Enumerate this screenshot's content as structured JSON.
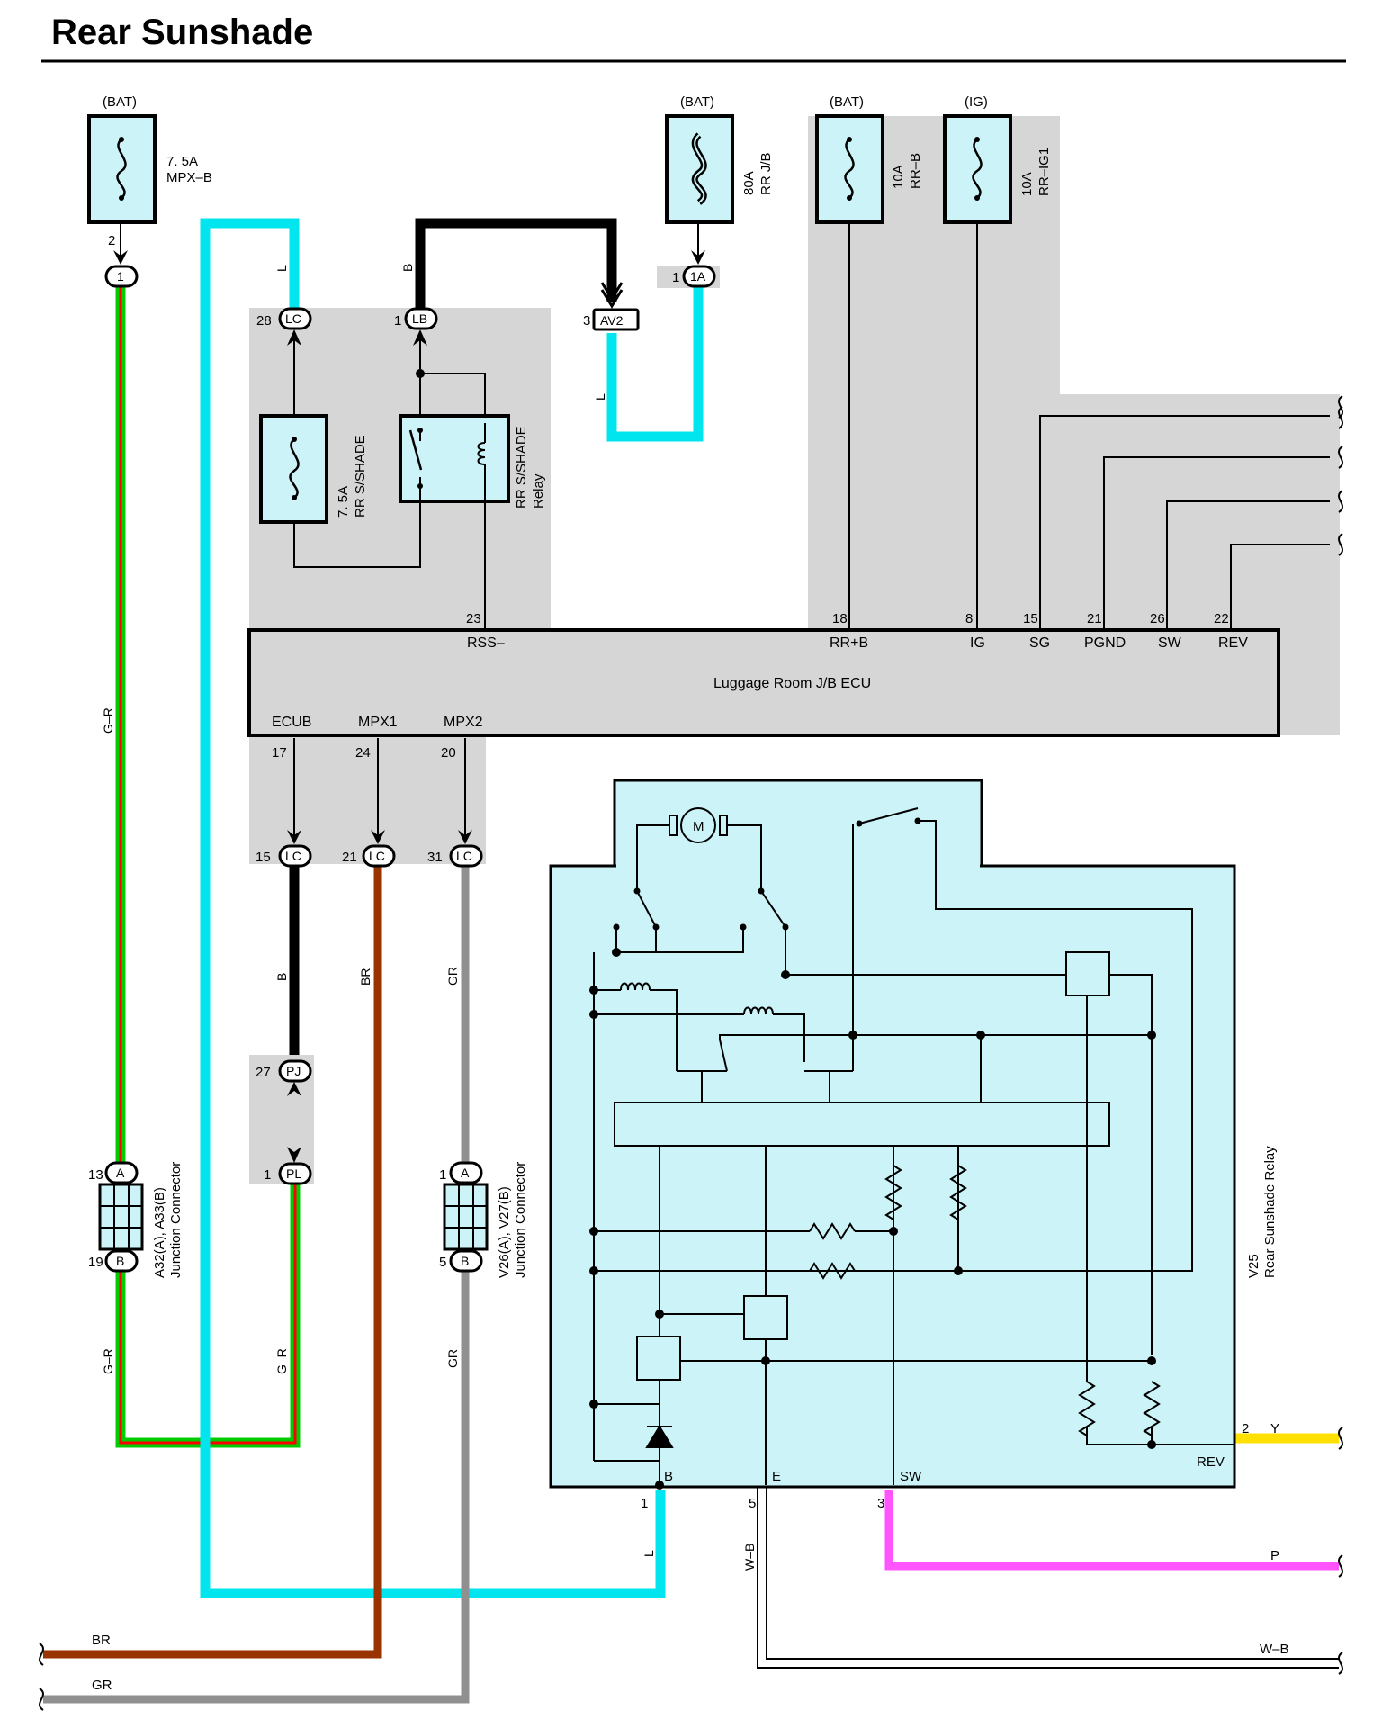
{
  "title": "Rear Sunshade",
  "power": {
    "bat": "(BAT)",
    "ig": "(IG)"
  },
  "fuses": {
    "mpxb_amp": "7. 5A",
    "mpxb_name": "MPX–B",
    "rrjb_amp": "80A",
    "rrjb_name": "RR J/B",
    "rrb_amp": "10A",
    "rrb_name": "RR–B",
    "rrig1_amp": "10A",
    "rrig1_name": "RR–IG1",
    "rrshade_amp": "7. 5A",
    "rrshade_name": "RR S/SHADE"
  },
  "relay": {
    "line1": "RR S/SHADE",
    "line2": "Relay"
  },
  "connectors": {
    "c1": "1",
    "lc": "LC",
    "lb": "LB",
    "av2": "AV2",
    "c1a": "1A",
    "pj": "PJ",
    "pl": "PL",
    "a": "A",
    "b": "B"
  },
  "pins": {
    "p2": "2",
    "p28": "28",
    "p1": "1",
    "p3": "3",
    "p23": "23",
    "p18": "18",
    "p8": "8",
    "p15": "15",
    "p21": "21",
    "p26": "26",
    "p22": "22",
    "p17": "17",
    "p24": "24",
    "p20": "20",
    "p31": "31",
    "p27": "27",
    "p13": "13",
    "p19": "19",
    "p5": "5"
  },
  "ecu": {
    "name": "Luggage Room J/B ECU",
    "rss": "RSS–",
    "rrb": "RR+B",
    "ig": "IG",
    "sg": "SG",
    "pgnd": "PGND",
    "sw": "SW",
    "rev": "REV",
    "ecub": "ECUB",
    "mpx1": "MPX1",
    "mpx2": "MPX2"
  },
  "wires": {
    "l": "L",
    "b": "B",
    "br": "BR",
    "gr": "GR",
    "gr_green": "G–R",
    "y": "Y",
    "p": "P",
    "wb": "W–B"
  },
  "junctions": {
    "j1_name": "A32(A), A33(B)",
    "j1_desc": "Junction Connector",
    "j2_name": "V26(A), V27(B)",
    "j2_desc": "Junction Connector"
  },
  "sunshade_relay": {
    "id": "V25",
    "name": "Rear Sunshade Relay",
    "motor": "M",
    "b": "B",
    "e": "E",
    "sw": "SW",
    "rev": "REV"
  },
  "colors": {
    "cyan": "#00e5ee",
    "brown": "#993300",
    "gray": "#909090",
    "green": "#00cc00",
    "red": "#ff0000",
    "yellow": "#ffe000",
    "pink": "#ff55ff",
    "panel": "#d6d6d6",
    "component": "#ccf4f8"
  }
}
